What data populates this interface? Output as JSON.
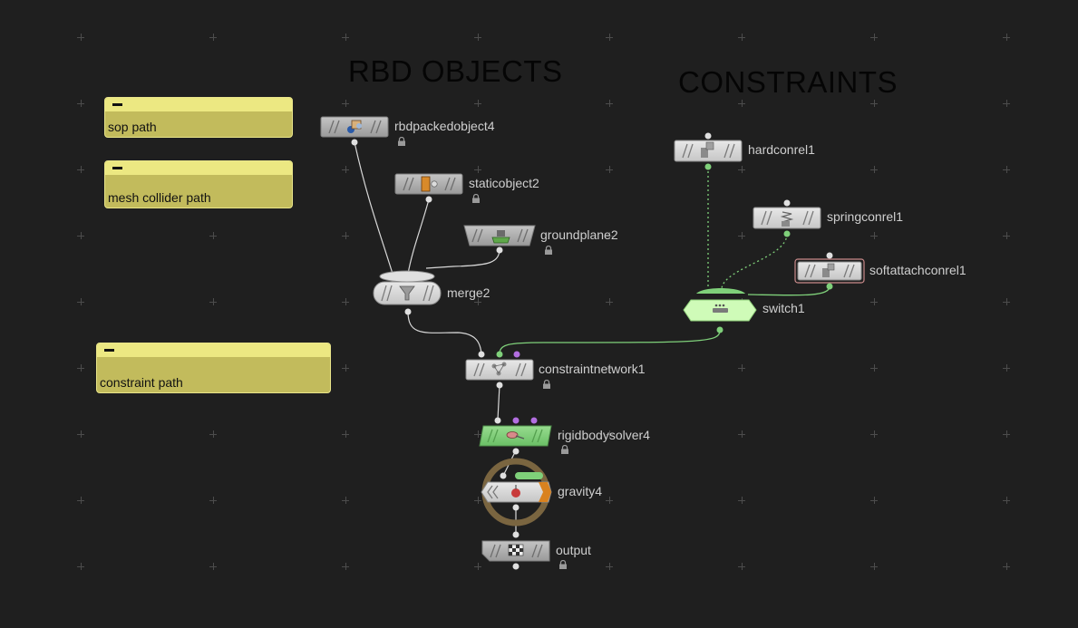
{
  "headings": {
    "rbd_objects": "RBD OBJECTS",
    "constraints": "CONSTRAINTS"
  },
  "sticky_notes": [
    {
      "text": "sop path"
    },
    {
      "text": "mesh collider path"
    },
    {
      "text": "constraint path"
    }
  ],
  "nodes": {
    "rbdpackedobject": {
      "label": "rbdpackedobject4",
      "locked": true
    },
    "staticobject": {
      "label": "staticobject2",
      "locked": true
    },
    "groundplane": {
      "label": "groundplane2",
      "locked": true
    },
    "merge": {
      "label": "merge2"
    },
    "constraintnetwork": {
      "label": "constraintnetwork1",
      "locked": true
    },
    "rigidbodysolver": {
      "label": "rigidbodysolver4",
      "locked": true
    },
    "gravity": {
      "label": "gravity4"
    },
    "output": {
      "label": "output",
      "locked": true
    },
    "hardconrel": {
      "label": "hardconrel1"
    },
    "springconrel": {
      "label": "springconrel1"
    },
    "softattachconrel": {
      "label": "softattachconrel1"
    },
    "switch": {
      "label": "switch1"
    }
  },
  "colors": {
    "background": "#1f1f1f",
    "node_gray": "#a8a8a8",
    "node_light": "#d4d4d4",
    "node_green": "#7fd07a",
    "switch_green": "#cffbb8",
    "gravity_ring": "#7a6540",
    "sticky_yellow": "#c2bb5c",
    "wire_white": "#d8d8d8",
    "wire_green": "#7fd07a",
    "port_purple": "#b26ee0",
    "selection_red": "#c98a8a"
  }
}
